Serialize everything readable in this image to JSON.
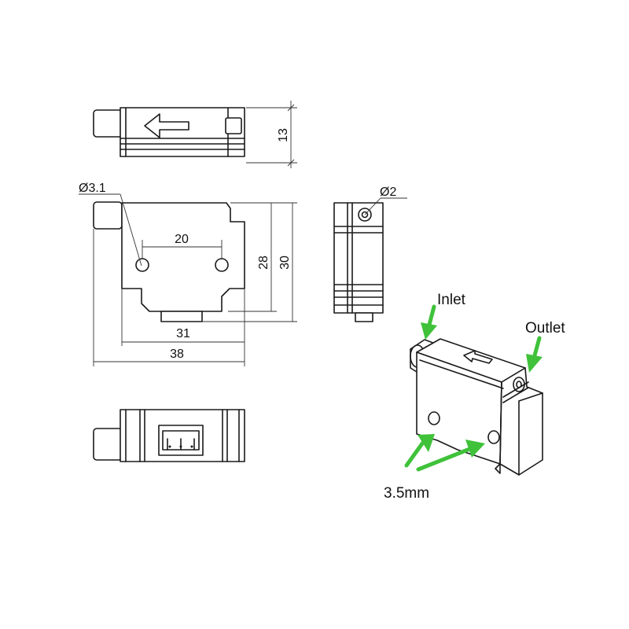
{
  "dimensions": {
    "height_top": "13",
    "hole_dia": "Ø3.1",
    "hole_spacing": "20",
    "inner_height": "28",
    "outer_height": "30",
    "inner_width": "31",
    "outer_width": "38",
    "side_hole_dia": "Ø2"
  },
  "labels": {
    "inlet": "Inlet",
    "outlet": "Outlet",
    "hole_size": "3.5mm"
  },
  "colors": {
    "line": "#1a1a1a",
    "callout_arrow": "#3fc23a"
  }
}
